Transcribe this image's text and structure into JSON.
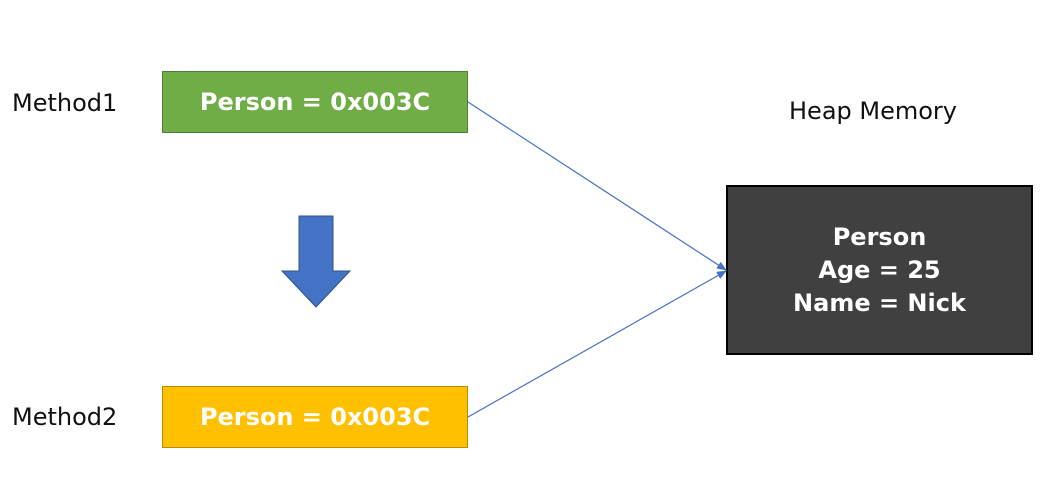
{
  "method1": {
    "label": "Method1",
    "box_text": "Person = 0x003C",
    "fill": "#70ad47",
    "border": "#507e32"
  },
  "method2": {
    "label": "Method2",
    "box_text": "Person = 0x003C",
    "fill": "#ffc000",
    "border": "#bc8c00"
  },
  "heap": {
    "title": "Heap Memory",
    "fill": "#404040",
    "border": "#000000",
    "lines": [
      "Person",
      "Age = 25",
      "Name = Nick"
    ]
  },
  "connectors": {
    "color": "#4472c4"
  },
  "down_arrow": {
    "icon": "down-arrow-icon",
    "fill": "#4472c4"
  }
}
